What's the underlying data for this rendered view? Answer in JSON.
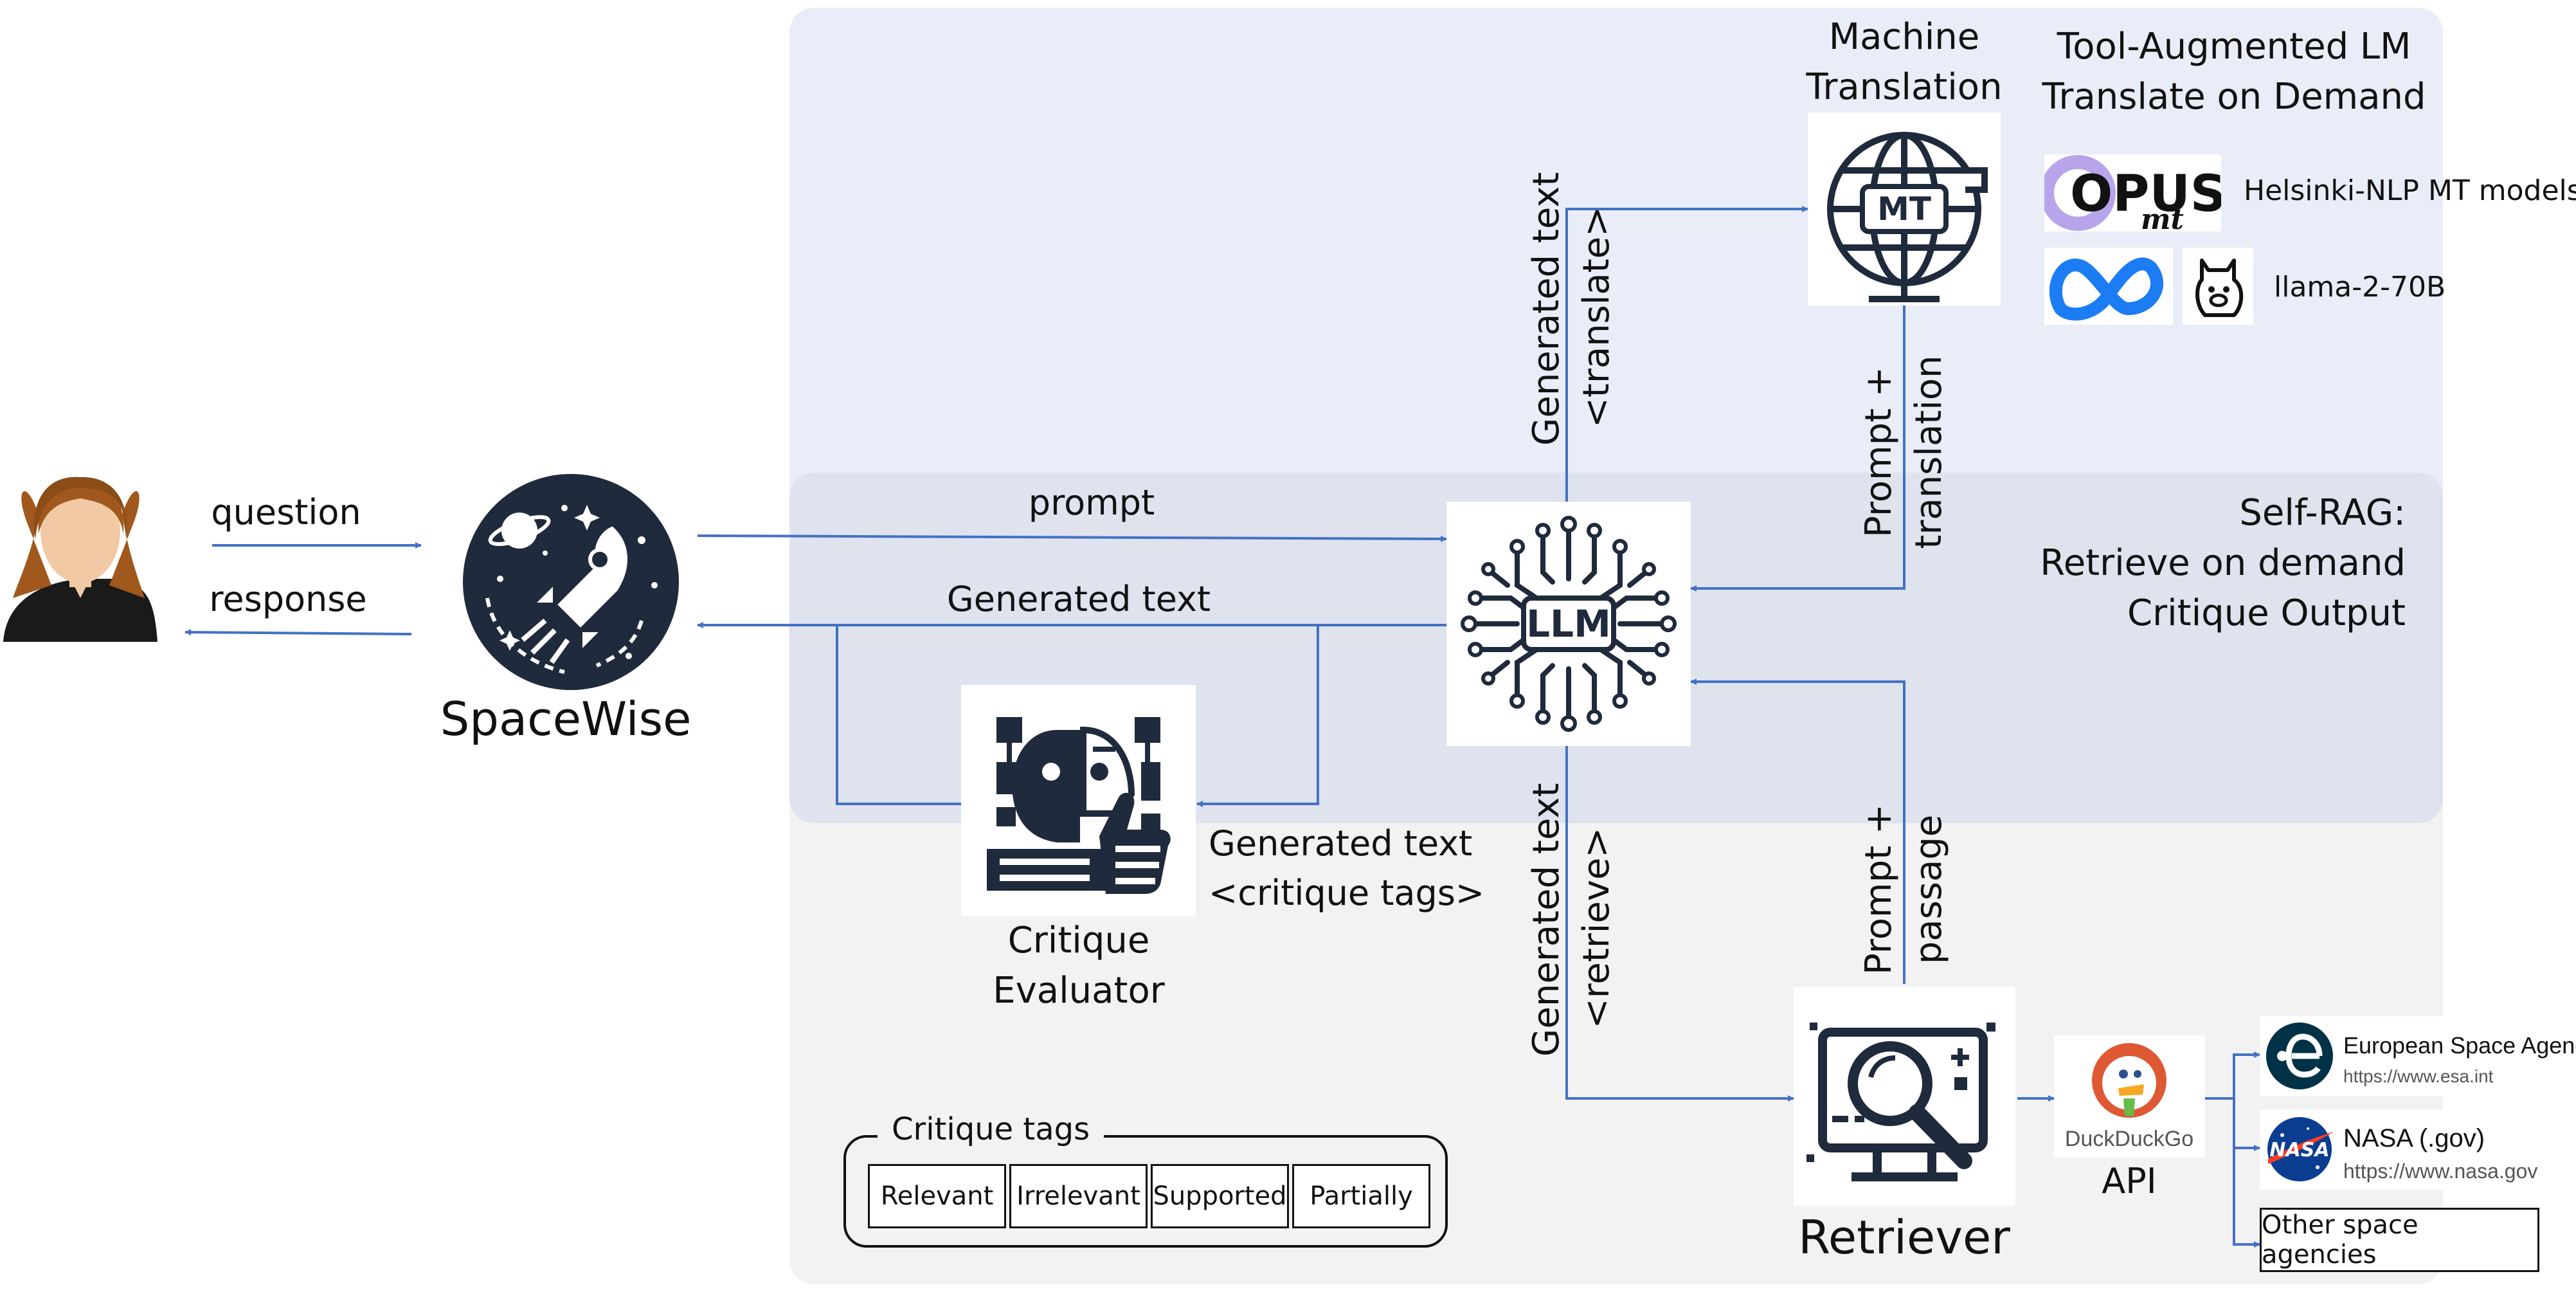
{
  "user": {
    "icon": "user-avatar-icon"
  },
  "flow": {
    "question": "question",
    "response": "response",
    "prompt": "prompt",
    "generated_text": "Generated text",
    "generated_translate": [
      "Generated text",
      "<translate>"
    ],
    "prompt_translation": [
      "Prompt +",
      "translation"
    ],
    "generated_retrieve": [
      "Generated text",
      "<retrieve>"
    ],
    "prompt_passage": [
      "Prompt +",
      "passage"
    ],
    "generated_critique": [
      "Generated text",
      "<critique tags>"
    ]
  },
  "spacewise": {
    "label": "SpaceWise",
    "icon": "rocket-icon"
  },
  "llm": {
    "label": "LLM",
    "icon": "circuit-brain-icon"
  },
  "machine_translation": {
    "title": [
      "Machine",
      "Translation"
    ],
    "badge": "MT",
    "icon": "globe-icon"
  },
  "tool_augmented": {
    "title": [
      "Tool-Augmented LM",
      "Translate on Demand"
    ]
  },
  "translation_models": [
    {
      "logo": "opus-mt-logo",
      "logo_text": "OPUS",
      "logo_sub": "mt",
      "name": "Helsinki-NLP MT models"
    },
    {
      "logo": "meta-logo",
      "icon": "llama-icon",
      "name": "llama-2-70B"
    }
  ],
  "self_rag": {
    "title": [
      "Self-RAG:",
      "Retrieve on demand",
      "Critique Output"
    ]
  },
  "critique_evaluator": {
    "label": [
      "Critique",
      "Evaluator"
    ],
    "icon": "critique-robot-icon"
  },
  "critique_tags": {
    "title": "Critique tags",
    "tags": [
      "Relevant",
      "Irrelevant",
      "Supported",
      "Partially"
    ]
  },
  "retriever": {
    "label": "Retriever",
    "icon": "magnifier-monitor-icon"
  },
  "search_api": {
    "name": "DuckDuckGo",
    "label": "API",
    "icon": "duckduckgo-icon"
  },
  "sources": [
    {
      "name": "European Space Agency",
      "url": "https://www.esa.int",
      "icon": "esa-logo"
    },
    {
      "name": "NASA (.gov)",
      "url": "https://www.nasa.gov",
      "icon": "nasa-logo"
    },
    {
      "name": "Other space agencies"
    }
  ],
  "colors": {
    "arrow": "#4472c4",
    "panel_top": "#e9edf8",
    "panel_mid": "#dee3ee",
    "panel_bottom": "#f2f2f2",
    "icon_dark": "#1f2a3c"
  }
}
